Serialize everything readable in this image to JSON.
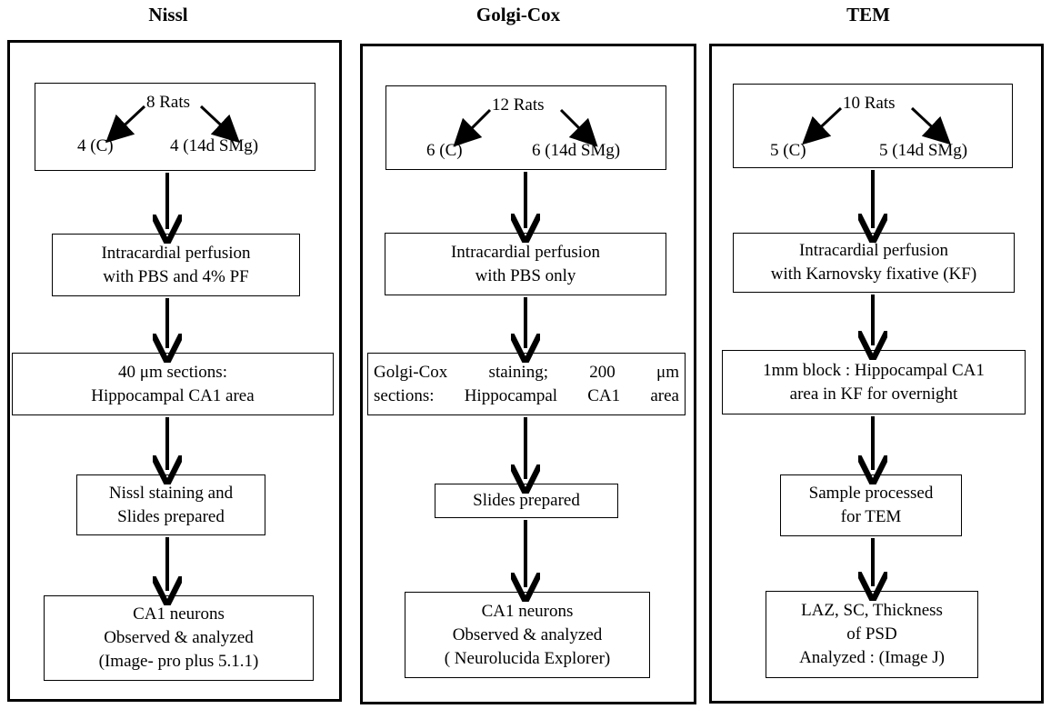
{
  "columns": [
    {
      "title": "Nissl",
      "rats": {
        "total": "8 Rats",
        "control": "4 (C)",
        "treated": "4 (14d SMg)"
      },
      "steps": [
        [
          "Intracardial perfusion",
          "with PBS and 4% PF"
        ],
        [
          "40 μm sections:",
          "Hippocampal  CA1 area"
        ],
        [
          "Nissl staining and",
          "Slides prepared"
        ],
        [
          "CA1 neurons",
          "Observed & analyzed",
          "(Image- pro plus 5.1.1)"
        ]
      ]
    },
    {
      "title": "Golgi-Cox",
      "rats": {
        "total": "12 Rats",
        "control": "6 (C)",
        "treated": "6 (14d SMg)"
      },
      "steps": [
        [
          "Intracardial perfusion",
          "with PBS  only"
        ],
        [
          "Golgi-Cox   staining;   200   μm",
          "sections: Hippocampal  CA1 area"
        ],
        [
          "Slides prepared"
        ],
        [
          "CA1 neurons",
          "Observed & analyzed",
          "( Neurolucida Explorer)"
        ]
      ]
    },
    {
      "title": "TEM",
      "rats": {
        "total": "10 Rats",
        "control": "5 (C)",
        "treated": "5 (14d SMg)"
      },
      "steps": [
        [
          "Intracardial perfusion",
          "with Karnovsky fixative (KF)"
        ],
        [
          "1mm block : Hippocampal CA1",
          "area in KF for overnight"
        ],
        [
          "Sample processed",
          "for TEM"
        ],
        [
          "LAZ, SC, Thickness",
          "of PSD",
          "Analyzed :  (Image J)"
        ]
      ]
    }
  ]
}
